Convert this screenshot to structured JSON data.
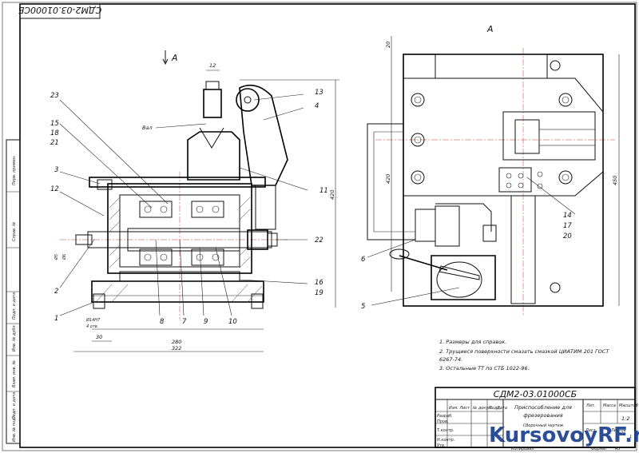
{
  "drawing": {
    "doc_code_rotated": "СДМ2-03.01000СБ",
    "view_label_left": "А",
    "view_label_right": "А",
    "dim_top": "12",
    "label_vise": "Вал",
    "dim_height_right": "420",
    "dim_width_mid": "420",
    "dim_height_far": "450",
    "dim_20": "20",
    "dim_30": "30",
    "dim_280": "280",
    "dim_322": "322",
    "dim_small_1": "Ø14H7",
    "dim_small_2": "4 отв.",
    "dim_small_3": "Ø5",
    "dim_small_4": "Ø6",
    "callouts_left": [
      {
        "num": "23"
      },
      {
        "num": "15"
      },
      {
        "num": "18"
      },
      {
        "num": "21"
      },
      {
        "num": "3"
      },
      {
        "num": "12"
      },
      {
        "num": "2"
      },
      {
        "num": "1"
      }
    ],
    "callouts_bottom": [
      "8",
      "7",
      "9",
      "10"
    ],
    "callouts_right_left_view": [
      "13",
      "4",
      "11",
      "22",
      "16",
      "19"
    ],
    "callouts_right_view": [
      "14",
      "17",
      "20",
      "6",
      "5"
    ]
  },
  "notes": [
    "1. Размеры для справок.",
    "2. Трущиеся поверхности смазать смазкой ЦИАТИМ     201 ГОСТ",
    "6267-74.",
    "3. Остальные ТТ по СТБ 1022-96."
  ],
  "title_block": {
    "designation": "СДМ2-03.01000СБ",
    "name_line1": "Приспособление для",
    "name_line2": "фрезерования",
    "name_line3": "Сборочный чертеж",
    "col_lit": "Лит.",
    "col_mass": "Масса",
    "col_scale": "Масштаб",
    "scale_value": "1:2",
    "sheet_label": "Лист",
    "sheets_label": "Листов",
    "sheets_value": "1",
    "format_label": "Формат",
    "format_value": "А3",
    "copy_label": "Копировал",
    "rows": [
      "Изм. Лист",
      "№ докум.",
      "Подп.",
      "Дата",
      "Разраб.",
      "Пров.",
      "Т.контр.",
      "Н.контр.",
      "Утв."
    ]
  },
  "side_stamp": [
    "Перв. примен.",
    "Справ. №",
    "Подп. и дата",
    "Инв. № дубл.",
    "Взам. инв. №",
    "Подп. и дата",
    "Инв. № подл."
  ],
  "watermark": "KursovoyRF.ru"
}
